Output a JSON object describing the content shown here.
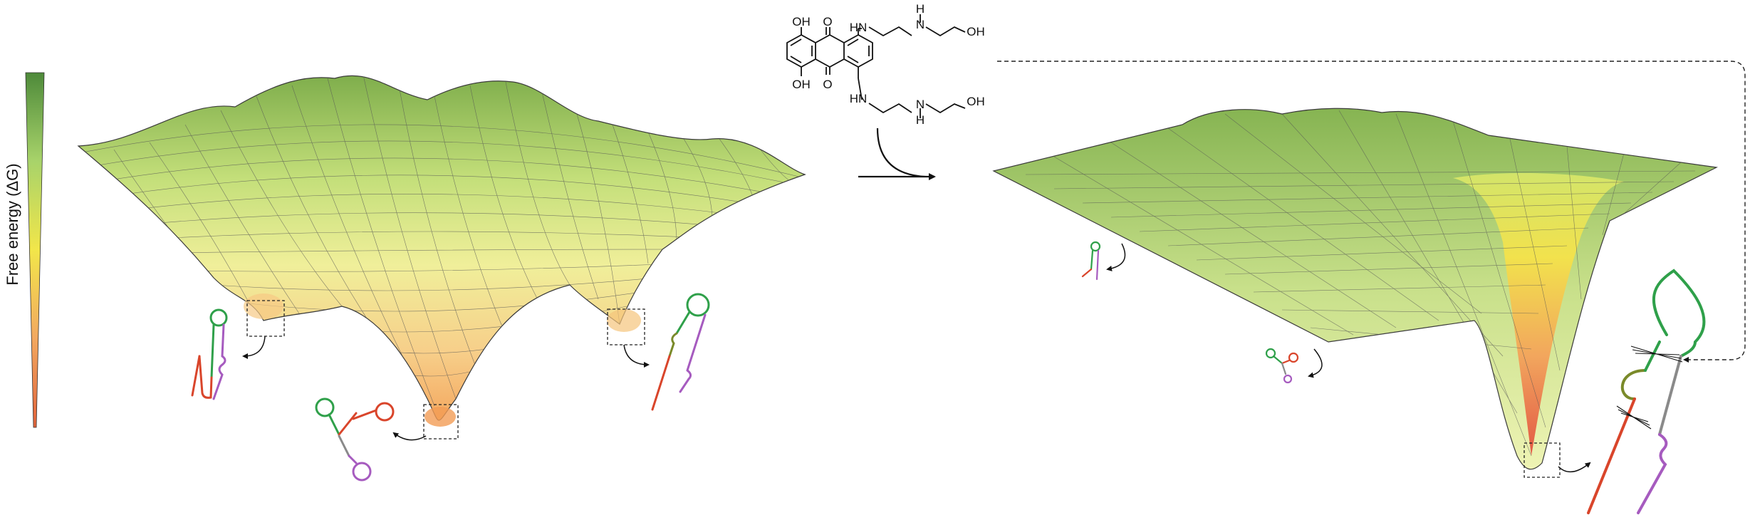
{
  "y_axis": {
    "label": "Free energy (ΔG)"
  },
  "molecule": {
    "labels": {
      "oh_top": "OH",
      "oh_bottom": "OH",
      "carbonyl_top": "O",
      "carbonyl_bottom": "O",
      "amine_top": "HN",
      "amine_bottom": "HN",
      "nh_top_n": "N",
      "nh_top_h": "H",
      "nh_bottom_n": "N",
      "nh_bottom_h": "H",
      "tail_top": "OH",
      "tail_bottom": "OH"
    }
  },
  "colors": {
    "gradient_top": "#4e8a3a",
    "gradient_mid": "#f2e64a",
    "gradient_bottom": "#e0623a",
    "strand_red": "#d9452b",
    "strand_green": "#2fa04a",
    "strand_purple": "#a65bbf",
    "strand_gray": "#8a8a8a"
  }
}
